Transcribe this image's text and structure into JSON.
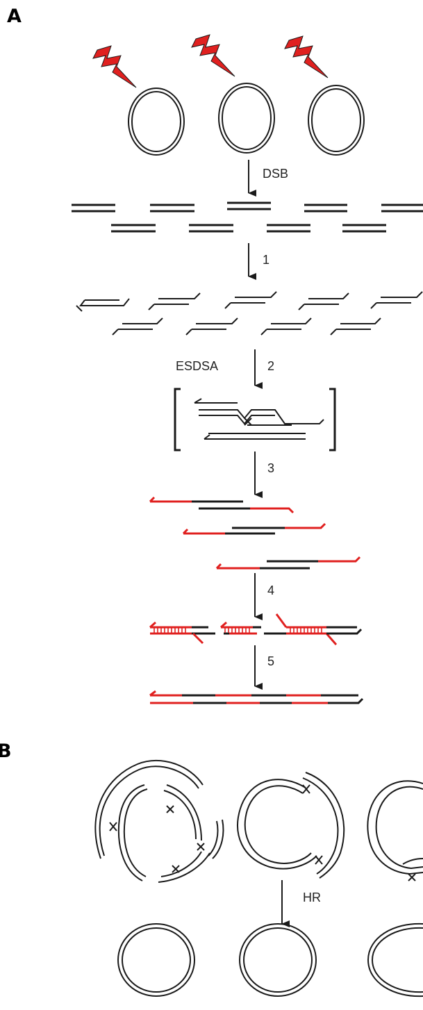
{
  "panels": {
    "a": {
      "label": "A"
    },
    "b": {
      "label": "B"
    }
  },
  "steps": {
    "dsb": "DSB",
    "s1": "1",
    "esdsa": "ESDSA",
    "s2": "2",
    "s3": "3",
    "s4": "4",
    "s5": "5",
    "hr": "HR"
  },
  "colors": {
    "dna": "#1a1a1a",
    "new_synthesis": "#e0201f",
    "lightning": "#e0201f"
  },
  "icons": [
    "lightning-bolt-icon",
    "down-arrow-icon",
    "crossover-x-icon"
  ]
}
